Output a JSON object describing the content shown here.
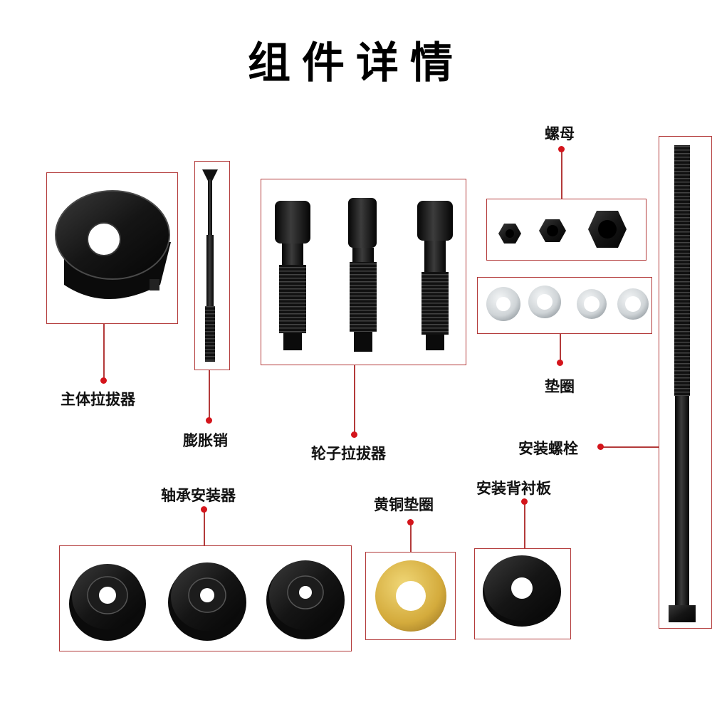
{
  "title": "组件详情",
  "labels": {
    "main_puller": "主体拉拔器",
    "expansion_pin": "膨胀销",
    "wheel_puller": "轮子拉拔器",
    "nut": "螺母",
    "washer": "垫圈",
    "install_bolt": "安装螺栓",
    "bearing_installer": "轴承安装器",
    "brass_washer": "黄铜垫圈",
    "backing_plate": "安装背衬板"
  },
  "colors": {
    "accent_line": "#b33a3a",
    "dot": "#d4141b",
    "part_black": "#111111",
    "washer_silver": "#d6dadd",
    "brass": "#d9b64a"
  }
}
